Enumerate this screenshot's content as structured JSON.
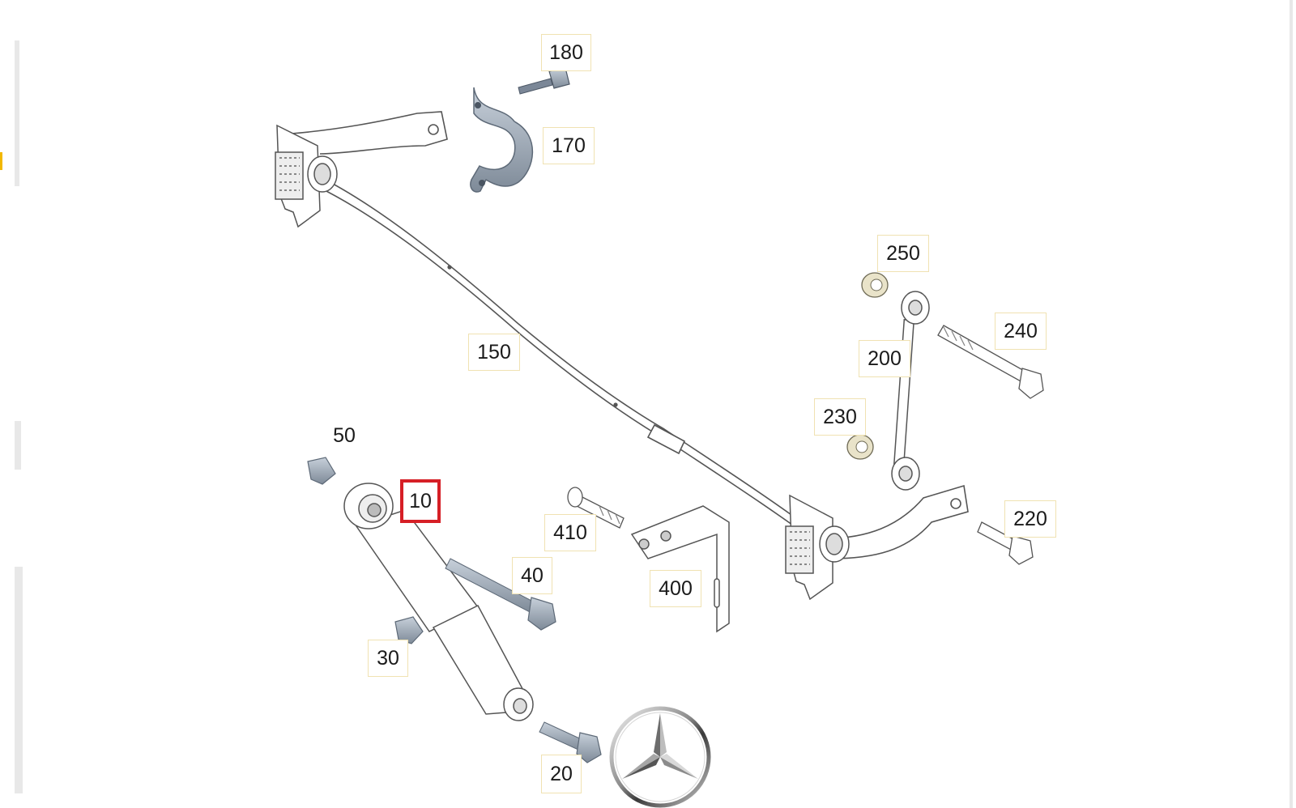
{
  "diagram": {
    "part_numbers": {
      "p10": "10",
      "p20": "20",
      "p30": "30",
      "p40": "40",
      "p50": "50",
      "p150": "150",
      "p170": "170",
      "p180": "180",
      "p200": "200",
      "p220": "220",
      "p230": "230",
      "p240": "240",
      "p250": "250",
      "p400": "400",
      "p410": "410"
    },
    "selected_part": "10",
    "colors": {
      "highlight": "#d61f26",
      "callout_border": "#f0e2b2",
      "hardware": "#9eabba",
      "outline": "#555555"
    },
    "logo": "mercedes-benz-star-logo"
  }
}
